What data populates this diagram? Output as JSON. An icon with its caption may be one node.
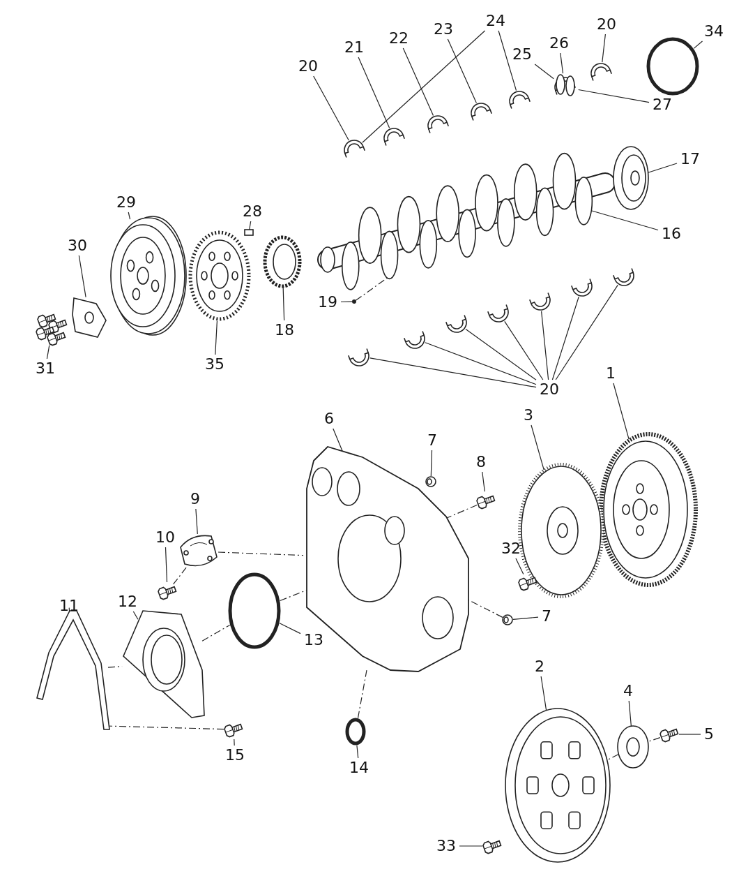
{
  "diagram": {
    "nodes": [
      {
        "text": [
          "20"
        ]
      },
      {
        "text": [
          "21"
        ]
      },
      {
        "text": [
          "22"
        ]
      },
      {
        "text": [
          "23"
        ]
      },
      {
        "text": [
          "24"
        ]
      },
      {
        "text": [
          "25"
        ]
      },
      {
        "text": [
          "26"
        ]
      },
      {
        "text": [
          "20"
        ]
      },
      {
        "text": [
          "34"
        ]
      },
      {
        "text": [
          "27"
        ]
      },
      {
        "text": [
          "17"
        ]
      },
      {
        "text": [
          "16"
        ]
      },
      {
        "text": [
          "29"
        ]
      },
      {
        "text": [
          "28"
        ]
      },
      {
        "text": [
          "30"
        ]
      },
      {
        "text": [
          "19"
        ]
      },
      {
        "text": [
          "18"
        ]
      },
      {
        "text": [
          "35"
        ]
      },
      {
        "text": [
          "31"
        ]
      },
      {
        "text": [
          "20"
        ]
      },
      {
        "text": [
          "1"
        ]
      },
      {
        "text": [
          "3"
        ]
      },
      {
        "text": [
          "6"
        ]
      },
      {
        "text": [
          "7"
        ]
      },
      {
        "text": [
          "8"
        ]
      },
      {
        "text": [
          "9"
        ]
      },
      {
        "text": [
          "10"
        ]
      },
      {
        "text": [
          "32"
        ]
      },
      {
        "text": [
          "7"
        ]
      },
      {
        "text": [
          "11"
        ]
      },
      {
        "text": [
          "12"
        ]
      },
      {
        "text": [
          "13"
        ]
      },
      {
        "text": [
          "2"
        ]
      },
      {
        "text": [
          "4"
        ]
      },
      {
        "text": [
          "5"
        ]
      },
      {
        "text": [
          "15"
        ]
      },
      {
        "text": [
          "14"
        ]
      },
      {
        "text": [
          "33"
        ]
      },
      {
        "text": [],
        "shape": "picture"
      },
      {
        "text": [],
        "shape": "picture"
      },
      {
        "text": [],
        "shape": "picture"
      },
      {
        "text": [],
        "shape": "picture"
      },
      {
        "text": [],
        "shape": "picture"
      },
      {
        "text": [],
        "shape": "picture"
      },
      {
        "text": [],
        "shape": "picture"
      },
      {
        "text": [],
        "shape": "circle"
      },
      {
        "text": [],
        "shape": "picture"
      },
      {
        "text": [],
        "shape": "picture"
      },
      {
        "text": [],
        "shape": "circle"
      },
      {
        "text": [],
        "shape": "picture"
      },
      {
        "text": [],
        "shape": "box"
      },
      {
        "text": [],
        "shape": "picture"
      },
      {
        "text": [],
        "shape": "picture"
      },
      {
        "text": [],
        "shape": "picture"
      },
      {
        "text": [],
        "shape": "picture"
      },
      {
        "text": [],
        "shape": "picture"
      },
      {
        "text": [],
        "shape": "picture"
      },
      {
        "text": [],
        "shape": "picture"
      },
      {
        "text": [],
        "shape": "picture"
      },
      {
        "text": [],
        "shape": "picture"
      },
      {
        "text": [],
        "shape": "picture"
      },
      {
        "text": [],
        "shape": "picture"
      },
      {
        "text": [],
        "shape": "picture"
      },
      {
        "text": [],
        "shape": "picture"
      },
      {
        "text": [],
        "shape": "picture"
      },
      {
        "text": [],
        "shape": "picture"
      },
      {
        "text": [],
        "shape": "picture"
      },
      {
        "text": [],
        "shape": "picture"
      },
      {
        "text": [],
        "shape": "picture"
      },
      {
        "text": [],
        "shape": "picture"
      },
      {
        "text": [],
        "shape": "picture"
      },
      {
        "text": [],
        "shape": "picture"
      },
      {
        "text": [],
        "shape": "picture"
      },
      {
        "text": [],
        "shape": "circle"
      },
      {
        "text": [],
        "shape": "picture"
      },
      {
        "text": [],
        "shape": "picture"
      },
      {
        "text": [],
        "shape": "picture"
      },
      {
        "text": [],
        "shape": "picture"
      },
      {
        "text": [],
        "shape": "circle"
      },
      {
        "text": [],
        "shape": "picture"
      }
    ],
    "edges": [
      {
        "from": 0,
        "to": 38,
        "arrow": "none"
      },
      {
        "from": 4,
        "to": 38,
        "arrow": "none"
      },
      {
        "from": 1,
        "to": 39,
        "arrow": "none"
      },
      {
        "from": 2,
        "to": 40,
        "arrow": "none"
      },
      {
        "from": 3,
        "to": 41,
        "arrow": "none"
      },
      {
        "from": 4,
        "to": 42,
        "arrow": "none"
      },
      {
        "from": 5,
        "to": 43,
        "arrow": "none"
      },
      {
        "from": 6,
        "to": 43,
        "arrow": "none"
      },
      {
        "from": 9,
        "to": 43,
        "arrow": "none"
      },
      {
        "from": 7,
        "to": 44,
        "arrow": "none"
      },
      {
        "from": 8,
        "to": 45,
        "arrow": "none"
      },
      {
        "from": 10,
        "to": 47,
        "arrow": "none"
      },
      {
        "from": 11,
        "to": 46,
        "arrow": "none"
      },
      {
        "from": 12,
        "to": 52,
        "arrow": "none"
      },
      {
        "from": 13,
        "to": 50,
        "arrow": "none"
      },
      {
        "from": 14,
        "to": 53,
        "arrow": "none"
      },
      {
        "from": 15,
        "to": 48,
        "arrow": "none"
      },
      {
        "from": 16,
        "to": 49,
        "arrow": "none"
      },
      {
        "from": 17,
        "to": 51,
        "arrow": "none"
      },
      {
        "from": 18,
        "to": 54,
        "arrow": "none"
      },
      {
        "from": 19,
        "to": 55,
        "arrow": "none"
      },
      {
        "from": 19,
        "to": 56,
        "arrow": "none"
      },
      {
        "from": 19,
        "to": 57,
        "arrow": "none"
      },
      {
        "from": 19,
        "to": 58,
        "arrow": "none"
      },
      {
        "from": 19,
        "to": 59,
        "arrow": "none"
      },
      {
        "from": 19,
        "to": 60,
        "arrow": "none"
      },
      {
        "from": 19,
        "to": 61,
        "arrow": "none"
      },
      {
        "from": 20,
        "to": 62,
        "arrow": "none"
      },
      {
        "from": 21,
        "to": 63,
        "arrow": "none"
      },
      {
        "from": 22,
        "to": 65,
        "arrow": "none"
      },
      {
        "from": 23,
        "to": 66,
        "arrow": "none"
      },
      {
        "from": 24,
        "to": 67,
        "arrow": "none"
      },
      {
        "from": 25,
        "to": 68,
        "arrow": "none"
      },
      {
        "from": 26,
        "to": 69,
        "arrow": "none"
      },
      {
        "from": 27,
        "to": 64,
        "arrow": "none"
      },
      {
        "from": 28,
        "to": 70,
        "arrow": "none"
      },
      {
        "from": 29,
        "to": 71,
        "arrow": "none"
      },
      {
        "from": 30,
        "to": 72,
        "arrow": "none"
      },
      {
        "from": 31,
        "to": 73,
        "arrow": "none"
      },
      {
        "from": 32,
        "to": 74,
        "arrow": "none"
      },
      {
        "from": 33,
        "to": 75,
        "arrow": "none"
      },
      {
        "from": 34,
        "to": 76,
        "arrow": "none"
      },
      {
        "from": 35,
        "to": 77,
        "arrow": "none"
      },
      {
        "from": 36,
        "to": 78,
        "arrow": "none"
      },
      {
        "from": 37,
        "to": 79,
        "arrow": "none"
      },
      {
        "from": 69,
        "to": 68,
        "arrow": "none",
        "style": "dashed"
      },
      {
        "from": 68,
        "to": 65,
        "arrow": "none",
        "style": "dashed"
      },
      {
        "from": 72,
        "to": 73,
        "arrow": "none",
        "style": "dashed"
      },
      {
        "from": 73,
        "to": 65,
        "arrow": "none",
        "style": "dashed"
      },
      {
        "from": 71,
        "to": 72,
        "arrow": "none",
        "style": "dashed"
      },
      {
        "from": 77,
        "to": 71,
        "arrow": "none",
        "style": "dashed"
      },
      {
        "from": 78,
        "to": 65,
        "arrow": "none",
        "style": "dashed"
      },
      {
        "from": 67,
        "to": 65,
        "arrow": "none",
        "style": "dashed"
      },
      {
        "from": 70,
        "to": 65,
        "arrow": "none",
        "style": "dashed"
      },
      {
        "from": 76,
        "to": 75,
        "arrow": "none",
        "style": "dashed"
      },
      {
        "from": 75,
        "to": 74,
        "arrow": "none",
        "style": "dashed"
      },
      {
        "from": 48,
        "to": 46,
        "arrow": "none",
        "style": "dashed"
      }
    ]
  }
}
